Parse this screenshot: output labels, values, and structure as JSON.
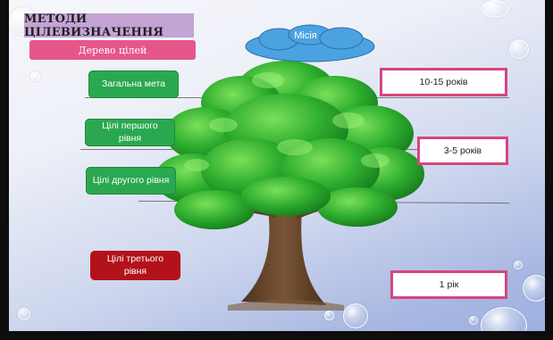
{
  "slide": {
    "title": "МЕТОДИ ЦІЛЕВИЗНАЧЕННЯ",
    "subtitle": "Дерево цілей",
    "cloud_label": "Місія",
    "levels": {
      "general_goal": "Загальна мета",
      "first_level": "Цілі першого рівня",
      "second_level": "Цілі другого рівня",
      "third_level": "Цілі третього рівня"
    },
    "periods": {
      "long": "10-15 років",
      "medium": "3-5 років",
      "short": "1 рік"
    }
  },
  "colors": {
    "title_bg": "#c4a4d4",
    "subtitle_bg": "#e5578a",
    "green_box": "#2aa84f",
    "red_box": "#b3121a",
    "period_border": "#d6457f",
    "cloud": "#4aa3e0",
    "foliage": "#2fae2f",
    "trunk": "#6b4a2e"
  }
}
